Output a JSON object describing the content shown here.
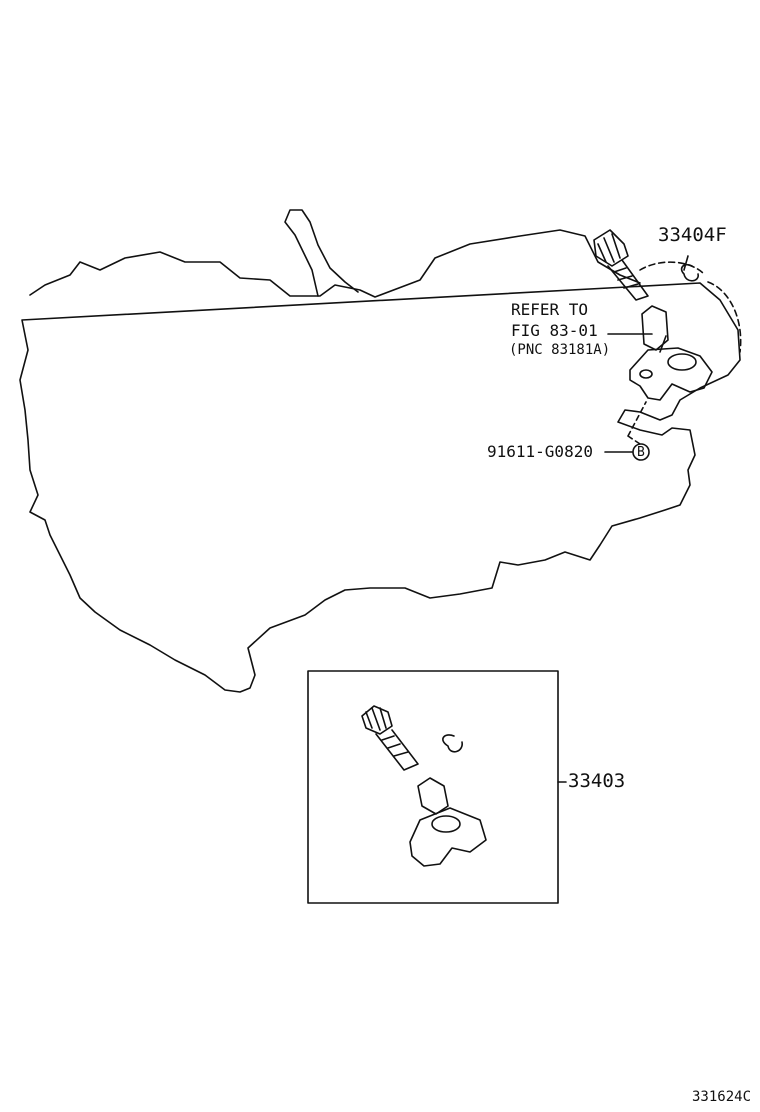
{
  "parts": {
    "sensor_kit": "33404F",
    "refer_line1": "REFER TO",
    "refer_line2": "FIG 83-01",
    "refer_line3": "(PNC 83181A)",
    "bolt": "91611-G0820",
    "bolt_marker": "B",
    "assembly": "33403"
  },
  "illustration_code": "331624C",
  "colors": {
    "line": "#111111",
    "background": "#ffffff"
  }
}
